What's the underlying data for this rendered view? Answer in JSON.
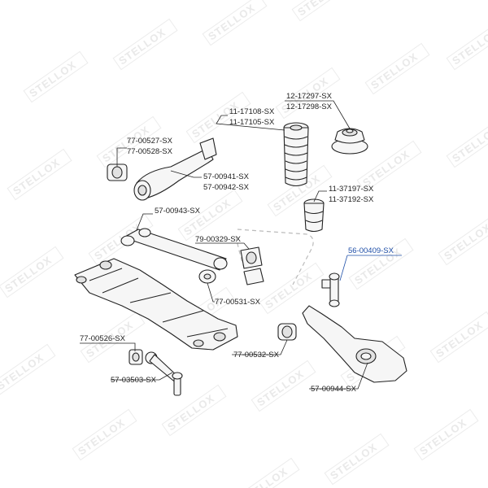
{
  "brand": {
    "watermark_text": "STELLOX"
  },
  "colors": {
    "highlight": "#1f4fa8",
    "ink": "#222222",
    "watermark": "#e9e9e9"
  },
  "labels": {
    "p77_00527": "77-00527-SX",
    "p77_00528": "77-00528-SX",
    "p11_17108": "11-17108-SX",
    "p11_17105": "11-17105-SX",
    "p12_17297": "12-17297-SX",
    "p12_17298": "12-17298-SX",
    "p57_00941": "57-00941-SX",
    "p57_00942": "57-00942-SX",
    "p11_37197": "11-37197-SX",
    "p11_37192": "11-37192-SX",
    "p57_00943": "57-00943-SX",
    "p79_00329": "79-00329-SX",
    "p56_00409": "56-00409-SX",
    "p77_00531": "77-00531-SX",
    "p77_00526": "77-00526-SX",
    "p77_00532": "77-00532-SX",
    "p57_03503": "57-03503-SX",
    "p57_00944": "57-00944-SX"
  }
}
